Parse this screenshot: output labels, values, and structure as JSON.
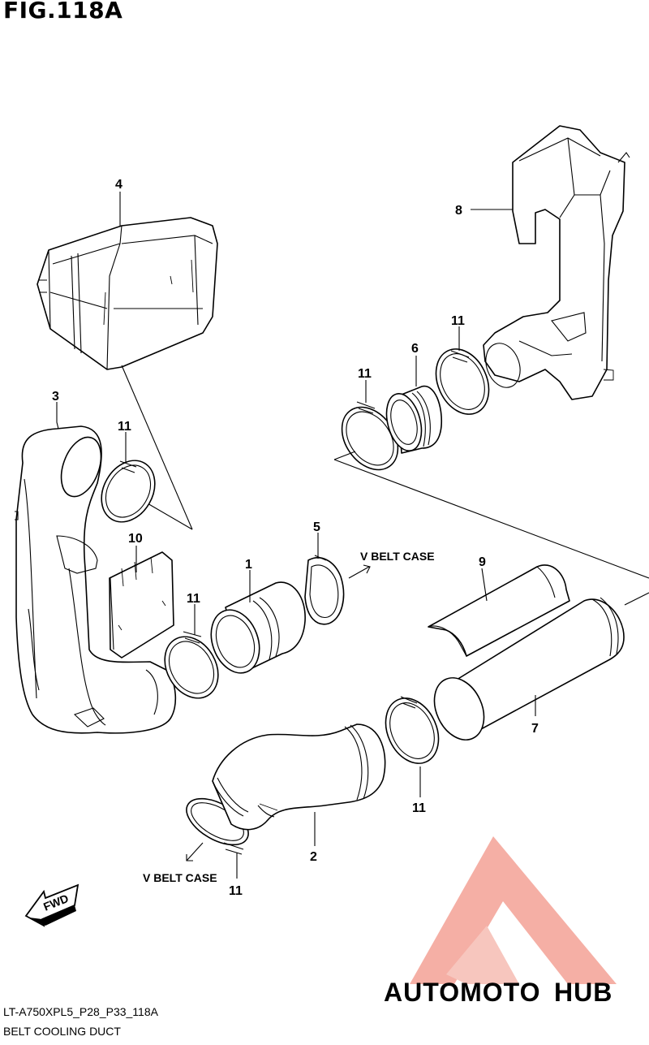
{
  "figure_title": "FIG.118A",
  "diagram_code": "LT-A750XPL5_P28_P33_118A",
  "diagram_name": "BELT COOLING DUCT",
  "callouts": {
    "p1": "1",
    "p2": "2",
    "p3": "3",
    "p4": "4",
    "p5": "5",
    "p6": "6",
    "p7": "7",
    "p8": "8",
    "p9": "9",
    "p10": "10",
    "p11": "11"
  },
  "direction_labels": {
    "v_belt_case": "V BELT CASE"
  },
  "fwd_badge": "FWD",
  "watermark": {
    "brand_left": "AUTOMOTO",
    "brand_right": "HUB",
    "accent_color": "#f4a79c",
    "text_color_left": "#f6c26b",
    "text_color_right": "#6d6d6d"
  }
}
